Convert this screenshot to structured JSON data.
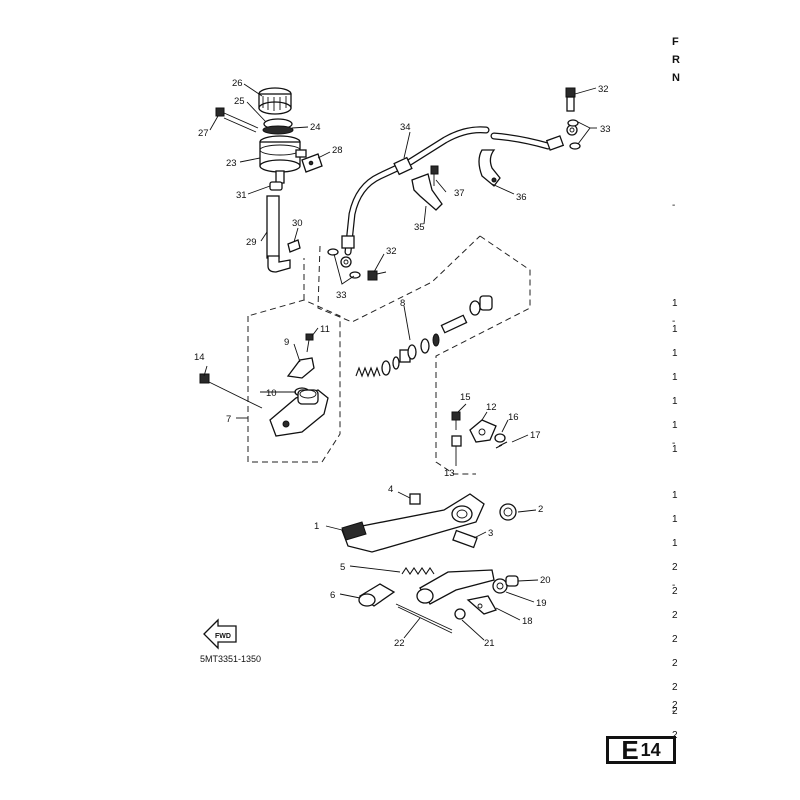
{
  "drawing_code": "5MT3351-1350",
  "fwd_label": "FWD",
  "page_badge": {
    "letter": "E",
    "number": "14"
  },
  "right_edge_glyphs": [
    "F",
    "R",
    "N",
    "-",
    "1",
    "-",
    "1",
    "1",
    "1",
    "1",
    "1",
    "-",
    "1",
    "1",
    "1",
    "1",
    "2",
    "-",
    "2",
    "2",
    "2",
    "2",
    "2",
    "2",
    "-",
    "2",
    "2"
  ],
  "callouts": [
    "1",
    "2",
    "3",
    "4",
    "5",
    "6",
    "7",
    "8",
    "9",
    "10",
    "11",
    "12",
    "13",
    "14",
    "15",
    "16",
    "17",
    "18",
    "19",
    "20",
    "21",
    "22",
    "23",
    "24",
    "25",
    "26",
    "27",
    "28",
    "29",
    "30",
    "31",
    "32",
    "32",
    "33",
    "33",
    "34",
    "35",
    "36",
    "37"
  ]
}
